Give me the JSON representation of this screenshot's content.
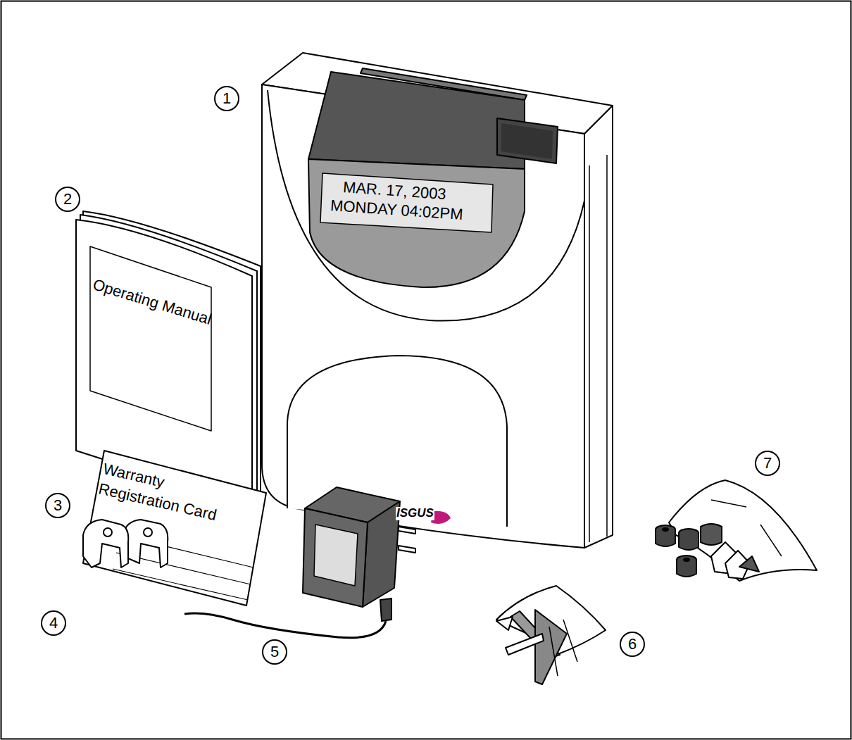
{
  "diagram": {
    "labels": [
      "1",
      "2",
      "3",
      "4",
      "5",
      "6",
      "7",
      "MAR. 17, 2003",
      "MONDAY 04:02PM",
      "Operating Manual",
      "Warranty Registration Card",
      "ISGUS"
    ]
  }
}
